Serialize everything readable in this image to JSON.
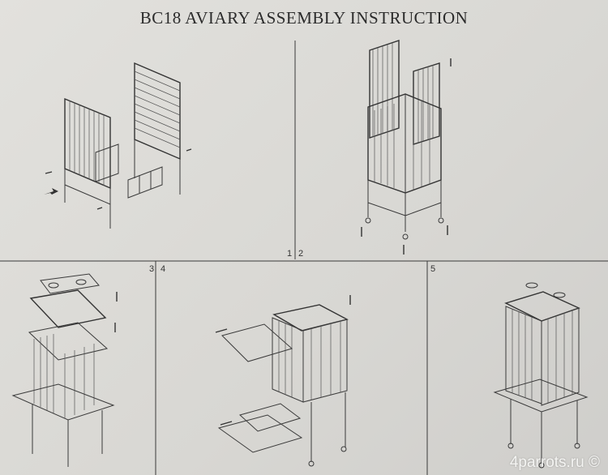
{
  "title": "BC18  AVIARY  ASSEMBLY INSTRUCTION",
  "steps": {
    "s1": "1",
    "s2": "2",
    "s3": "3",
    "s4": "4",
    "s5": "5"
  },
  "watermark": "4parrots.ru ©"
}
